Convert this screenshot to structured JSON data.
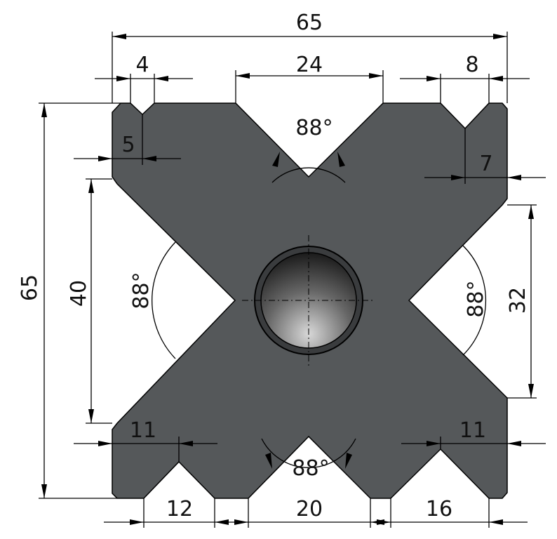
{
  "colors": {
    "body": "#55585a",
    "line": "#000000"
  },
  "dimensions": {
    "overall_width": "65",
    "overall_height": "65",
    "top_left_notch_width": "4",
    "top_left_notch_depth": "5",
    "top_v_width": "24",
    "top_right_notch_width": "8",
    "top_right_notch_depth": "7",
    "left_v_height": "40",
    "right_v_height": "32",
    "bottom_left_notch_depth": "11",
    "bottom_right_notch_depth": "11",
    "bottom_left_notch_width": "12",
    "bottom_v_width": "20",
    "bottom_right_notch_width": "16",
    "top_angle": "88°",
    "left_angle": "88°",
    "right_angle": "88°",
    "bottom_angle": "88°"
  }
}
